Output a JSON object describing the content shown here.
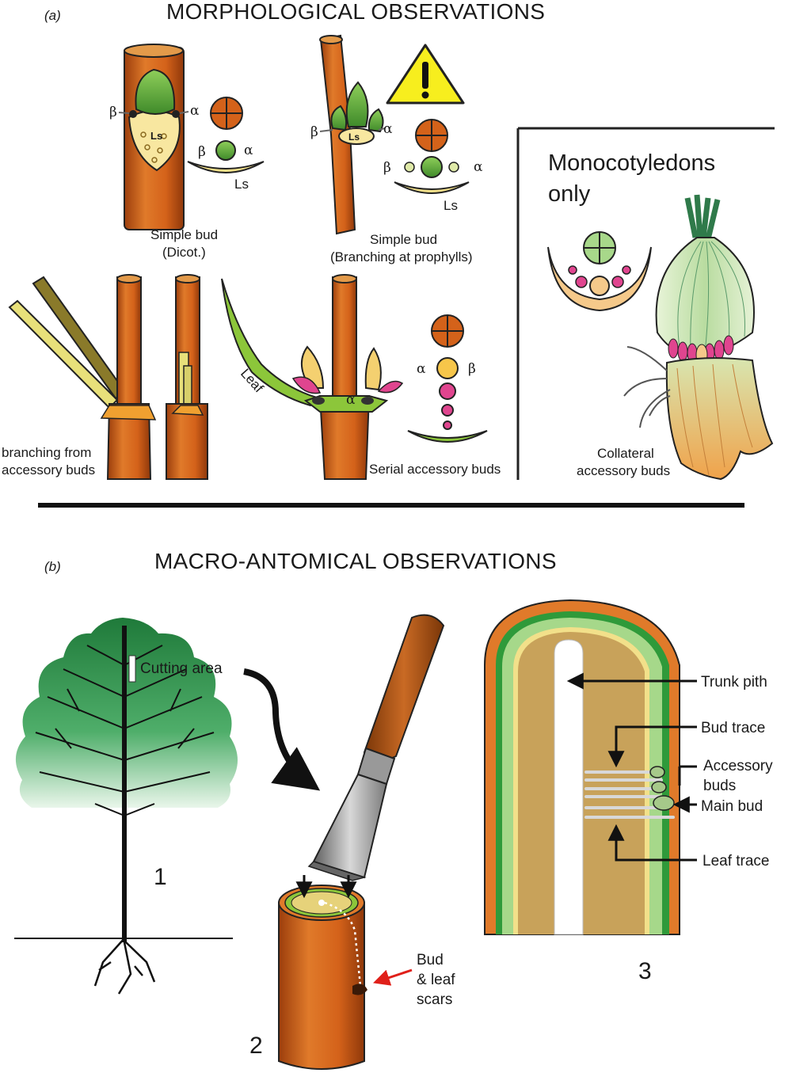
{
  "panel_a": {
    "letter": "(a)",
    "title": "MORPHOLOGICAL OBSERVATIONS",
    "simple_bud_dicot": {
      "line1": "Simple bud",
      "line2": "(Dicot.)"
    },
    "simple_bud_prophylls": {
      "line1": "Simple bud",
      "line2": "(Branching at prophylls)"
    },
    "branching": {
      "line1": "branching from",
      "line2": "accessory buds"
    },
    "leaf_label": "Leaf",
    "serial": "Serial accessory buds",
    "monocot": {
      "line1": "Monocotyledons",
      "line2": "only"
    },
    "collateral": {
      "line1": "Collateral",
      "line2": "accessory buds"
    },
    "symbols": {
      "alpha": "α",
      "beta": "β",
      "ls": "Ls"
    }
  },
  "panel_b": {
    "letter": "(b)",
    "title": "MACRO-ANTOMICAL OBSERVATIONS",
    "cutting_area": "Cutting area",
    "step1": "1",
    "step2": "2",
    "step3": "3",
    "scars": {
      "line1": "Bud",
      "line2": "& leaf",
      "line3": "scars"
    },
    "trunk_pith": "Trunk pith",
    "bud_trace": "Bud trace",
    "accessory": {
      "line1": "Accessory",
      "line2": "buds"
    },
    "main_bud": "Main bud",
    "leaf_trace": "Leaf trace"
  },
  "colors": {
    "stem": "#d4621a",
    "bud_green": "#5aa83c",
    "leaf_yellow": "#f2e08a",
    "pink": "#e0458f",
    "warning": "#f7ee1e"
  },
  "icons": [
    "warning-icon",
    "cross-circle-icon",
    "chisel-icon",
    "tree-icon",
    "bulb-icon"
  ]
}
